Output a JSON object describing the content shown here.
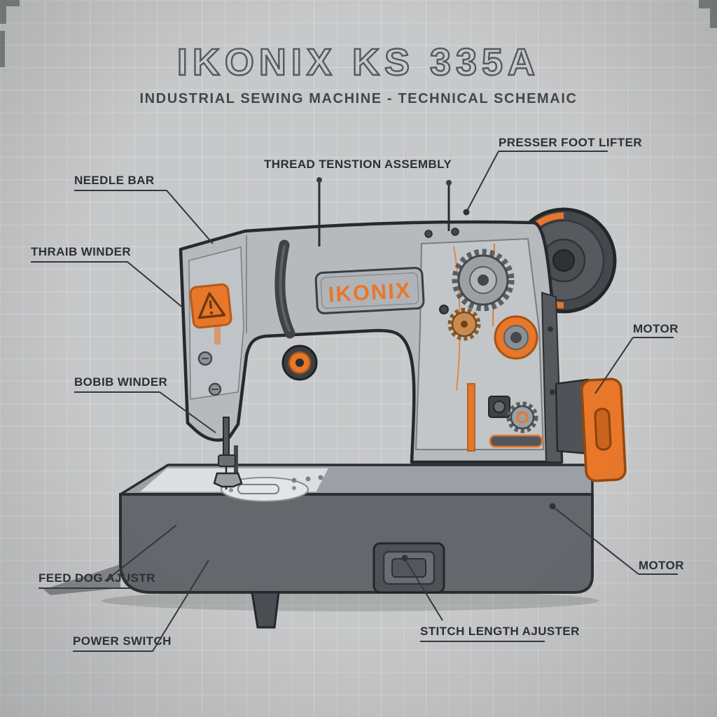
{
  "title": {
    "model": "IKONIX KS 335A",
    "subtitle": "INDUSTRIAL SEWING MACHINE - TECHNICAL SCHEMAIC"
  },
  "brand_logo": "IKONIX",
  "labels": [
    {
      "part": "needle-bar",
      "text": "NEEDLE BAR"
    },
    {
      "part": "thread-winder",
      "text": "THRAIB WINDER"
    },
    {
      "part": "bobbin-winder",
      "text": "BOBIB WINDER"
    },
    {
      "part": "feed-dog-adjuster",
      "text": "FEED DOG AJUSTR"
    },
    {
      "part": "power-switch",
      "text": "POWER SWITCH"
    },
    {
      "part": "thread-tension-assembly",
      "text": "THREAD TENSTION ASSEMBLY"
    },
    {
      "part": "presser-foot-lifter",
      "text": "PRESSER FOOT LIFTER"
    },
    {
      "part": "motor-upper",
      "text": "MOTOR"
    },
    {
      "part": "motor-lower",
      "text": "MOTOR"
    },
    {
      "part": "stitch-length-adjuster",
      "text": "STITCH LENGTH AJUSTER"
    }
  ],
  "colors": {
    "accent_orange": "#E8772A",
    "machine_grey": "#B6BABD",
    "base_grey": "#64686D",
    "outline_dark": "#2B2E31",
    "paper_background": "#C7C8C9"
  }
}
